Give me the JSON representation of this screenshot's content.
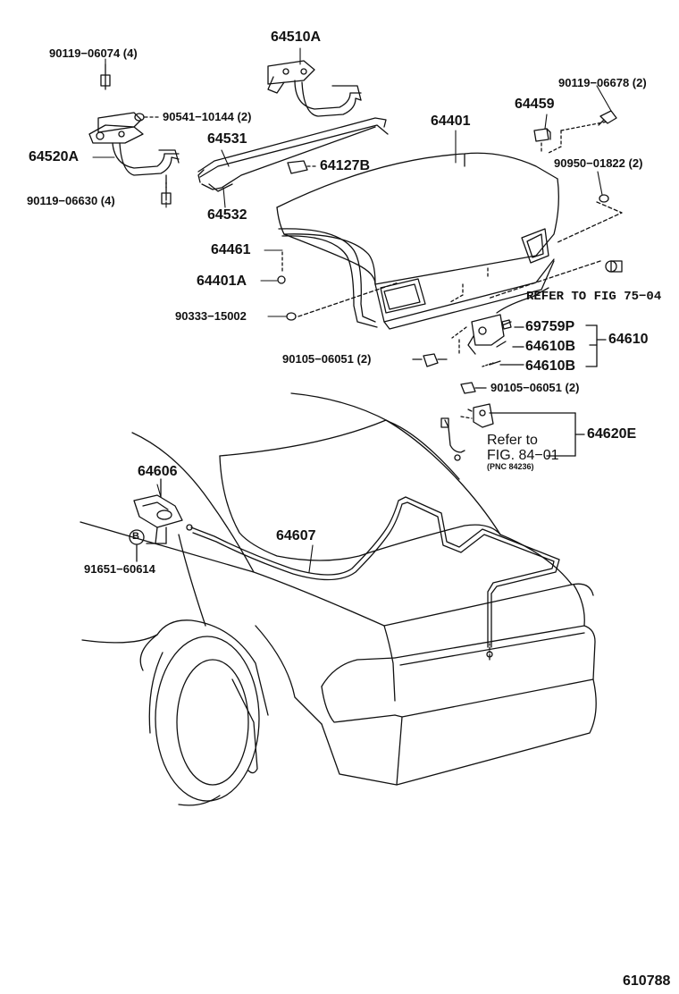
{
  "labels": {
    "p64510A": "64510A",
    "p90119_06074": "90119−06074 (4)",
    "p90541_10144": "90541−10144 (2)",
    "p64531": "64531",
    "p64520A": "64520A",
    "p64127B": "64127B",
    "p90119_06630": "90119−06630 (4)",
    "p64532": "64532",
    "p64461": "64461",
    "p64401A": "64401A",
    "p90333_15002": "90333−15002",
    "p64401": "64401",
    "p64459": "64459",
    "p90119_06678": "90119−06678 (2)",
    "p90950_01822": "90950−01822 (2)",
    "refer_75_04": "REFER TO FIG 75−04",
    "p69759P": "69759P",
    "p64610B_a": "64610B",
    "p64610B_b": "64610B",
    "p64610": "64610",
    "p90105_06051_left": "90105−06051 (2)",
    "p90105_06051_right": "90105−06051 (2)",
    "p64620E": "64620E",
    "refer_84_01_line1": "Refer to",
    "refer_84_01_line2": "FIG. 84−01",
    "pnc_note": "(PNC 84236)",
    "p64606": "64606",
    "circle_b": "B",
    "p91651_60614": "91651−60614",
    "p64607": "64607",
    "figure_number": "610788"
  },
  "colors": {
    "ink": "#111111",
    "paper": "#ffffff"
  }
}
